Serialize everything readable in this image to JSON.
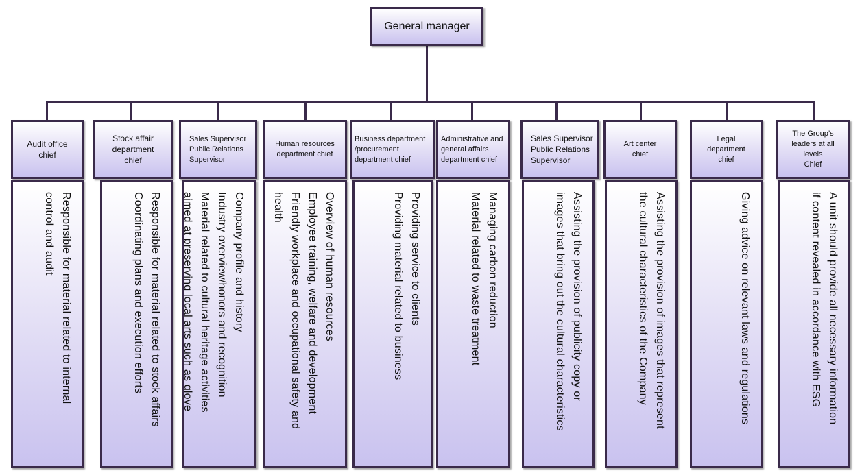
{
  "top": {
    "label": "General manager"
  },
  "departments": [
    {
      "head": "Audit office\nchief",
      "desc": "Responsible for material related to internal\ncontrol and audit"
    },
    {
      "head": "Stock affair\ndepartment\nchief",
      "desc": "Responsible for material related to stock affairs\nCoordinating plans and execution efforts"
    },
    {
      "head": "Sales Supervisor\nPublic Relations\nSupervisor",
      "desc": "Company profile and history\nIndustry overview/honors and recognition\nMaterial related to cultural heritage activities\naimed at preserving local arts such as glove"
    },
    {
      "head": "Human resources\ndepartment chief",
      "desc": "Overview of human resources\nEmployee training, welfare and development\nFriendly workplace and occupational safety and\nhealth"
    },
    {
      "head": "Business department\n/procurement\ndepartment chief",
      "desc": "Providing service to clients\nProviding material related to business"
    },
    {
      "head": "Administrative and\ngeneral affairs\ndepartment chief",
      "desc": "Managing carbon reduction\nMaterial related to waste treatment"
    },
    {
      "head": "Sales Supervisor\nPublic Relations\nSupervisor",
      "desc": "Assisting the provision of publicity copy or\nimages that bring out the cultural characteristics"
    },
    {
      "head": "Art center\nchief",
      "desc": "Assisting the provision of images that represent\nthe cultural characteristics of the Company"
    },
    {
      "head": "Legal\ndepartment\nchief",
      "desc": "Giving advice on relevant laws and regulations"
    },
    {
      "head": "The Group’s\nleaders at all\nlevels\nChief",
      "desc": "A unit should provide all necessary information\nif content revealed in accordance with ESG"
    }
  ]
}
